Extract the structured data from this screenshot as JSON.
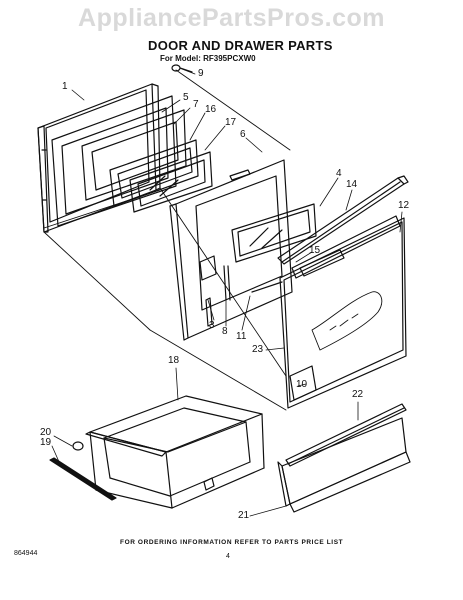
{
  "watermark": "AppliancePartsPros.com",
  "title": "DOOR AND DRAWER PARTS",
  "model_line": "For Model: RF395PCXW0",
  "callouts": [
    "1",
    "9",
    "5",
    "7",
    "16",
    "17",
    "6",
    "4",
    "14",
    "12",
    "15",
    "3",
    "8",
    "11",
    "23",
    "10",
    "18",
    "22",
    "20",
    "19",
    "21"
  ],
  "footer_note": "FOR ORDERING INFORMATION REFER TO PARTS PRICE LIST",
  "doc_id": "864944",
  "page_number": "4"
}
